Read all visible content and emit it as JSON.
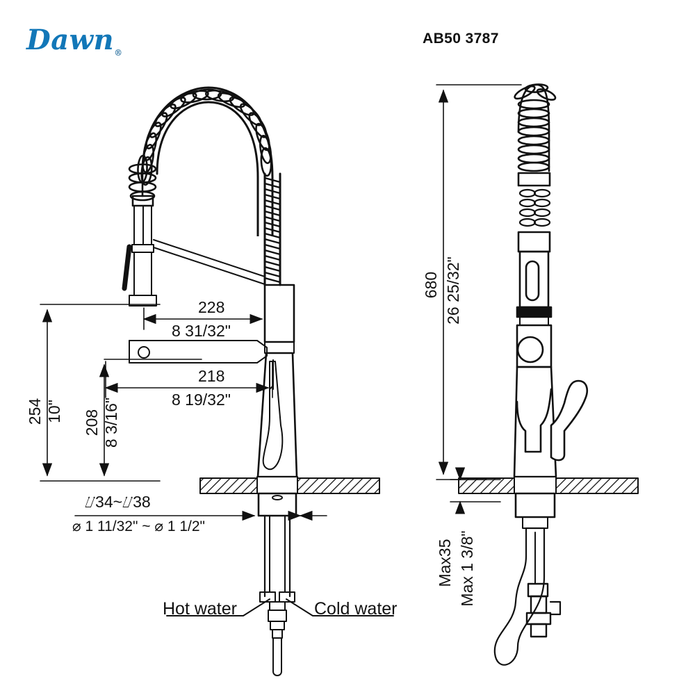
{
  "header": {
    "brand": "Dawn",
    "brand_mark": "®",
    "brand_color": "#1277b8",
    "model": "AB50 3787"
  },
  "drawing": {
    "line_color": "#111111",
    "views": [
      {
        "name": "front-view",
        "label": ""
      },
      {
        "name": "side-view",
        "label": ""
      }
    ]
  },
  "dimensions": {
    "spout_reach": {
      "metric": "228",
      "imperial": "8 31/32\""
    },
    "spray_reach": {
      "metric": "218",
      "imperial": "8 19/32\""
    },
    "spout_height": {
      "metric": "254",
      "imperial": "10\""
    },
    "spray_height": {
      "metric": "208",
      "imperial": "8 3/16\""
    },
    "overall_height": {
      "metric": "680",
      "imperial": "26 25/32\""
    },
    "hole_diameter": {
      "metric": "⌰34~⌰38",
      "imperial": "⌀ 1 11/32\" ~ ⌀ 1 1/2\""
    },
    "deck_thickness": {
      "metric": "Max35",
      "imperial": "Max 1 3/8\""
    }
  },
  "callouts": {
    "hot_water": "Hot water",
    "cold_water": "Cold water"
  }
}
